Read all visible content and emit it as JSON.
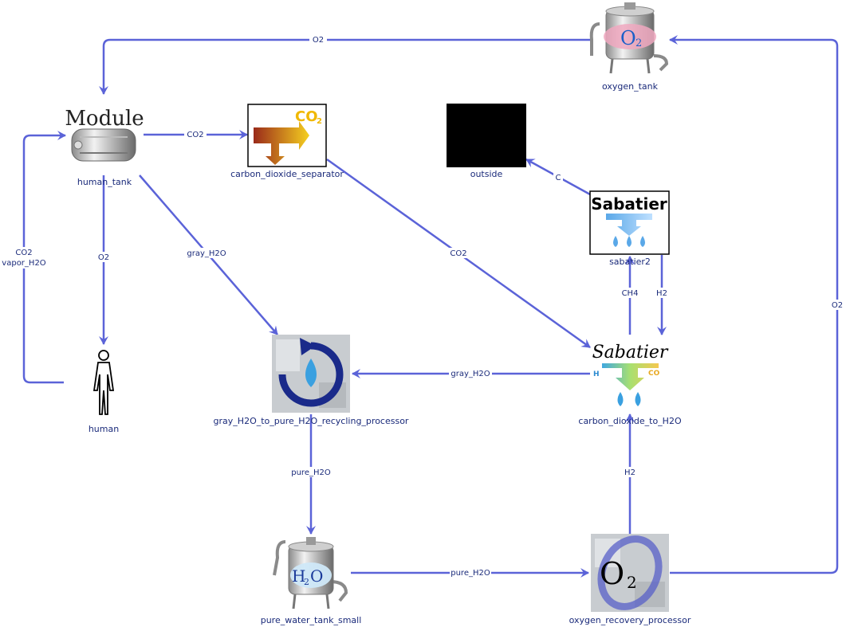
{
  "nodes": {
    "oxygen_tank": "oxygen_tank",
    "human_tank": "human_tank",
    "carbon_dioxide_separator": "carbon_dioxide_separator",
    "outside": "outside",
    "sabatier2": "sabatier2",
    "human": "human",
    "gray_recycling": "gray_H2O_to_pure_H2O_recycling_processor",
    "co2_to_h2o": "carbon_dioxide_to_H2O",
    "pure_water_tank": "pure_water_tank_small",
    "oxygen_recovery": "oxygen_recovery_processor"
  },
  "icon_text": {
    "module": "Module",
    "o2": "O",
    "o2_sub": "2",
    "co2": "CO",
    "co2_sub": "2",
    "sabatier_plain": "Sabatier",
    "sabatier_script": "Sabatier",
    "h2o": "H",
    "h2o_sub": "2",
    "h2o_o": "O",
    "h_small": "H",
    "co2_small": "CO"
  },
  "edges": {
    "o2_top": "O2",
    "co2_module_sep": "CO2",
    "c_out": "C",
    "co2_left": "CO2",
    "vapor_left": "vapor_H2O",
    "o2_down": "O2",
    "gray_h2o_diag": "gray_H2O",
    "co2_diag": "CO2",
    "ch4": "CH4",
    "h2_down": "H2",
    "o2_right": "O2",
    "gray_h2o_horiz": "gray_H2O",
    "pure_h2o_down": "pure_H2O",
    "h2_up": "H2",
    "pure_h2o_horiz": "pure_H2O"
  },
  "colors": {
    "edge": "#5b63d8",
    "label": "#1a2a7a"
  }
}
